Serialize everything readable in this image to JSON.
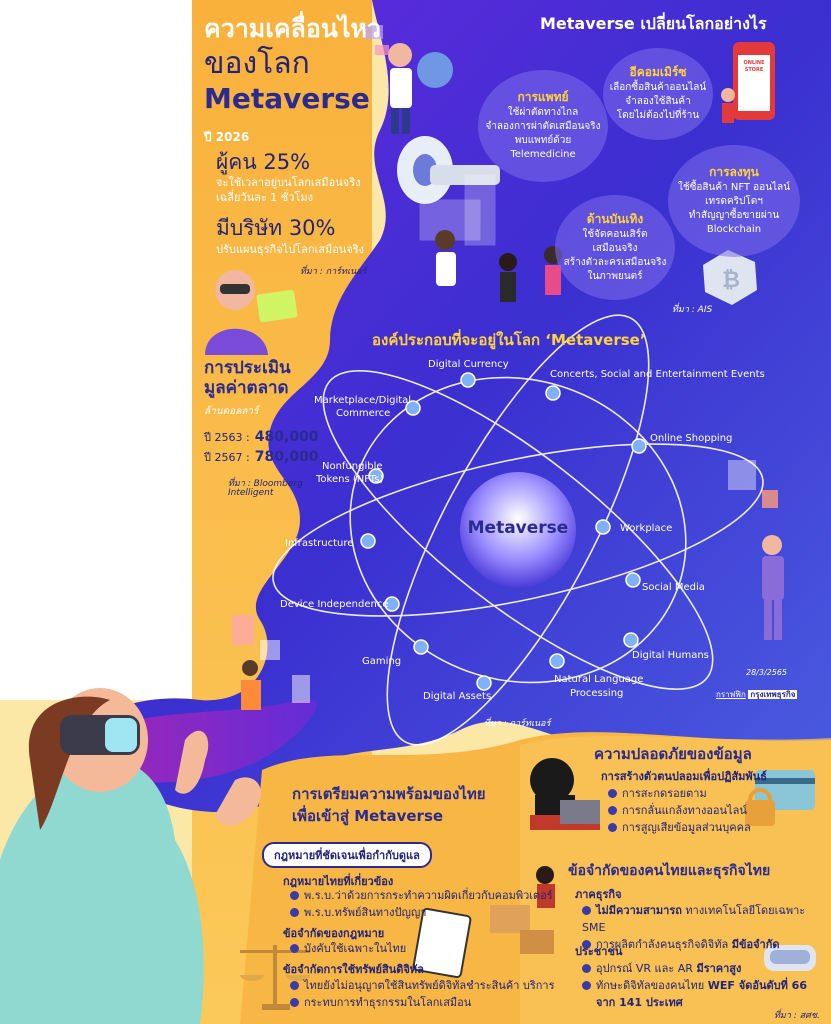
{
  "left": {
    "title_line1": "ความเคลื่อนไหว",
    "title_line2": "ของโลก",
    "title_line3": "Metaverse",
    "year": "ปี 2026",
    "people_stat": "ผู้คน 25%",
    "people_desc_1": "จะใช้เวลาอยู่บนโลกเสมือนจริง",
    "people_desc_2": "เฉลี่ยวันละ 1 ชั่วโมง",
    "company_stat": "มีบริษัท 30%",
    "company_desc": "ปรับแผนธุรกิจไปโลกเสมือนจริง",
    "source_1": "ที่มา : การ์ทเนอร์",
    "market_title_1": "การประเมิน",
    "market_title_2": "มูลค่าตลาด",
    "market_unit": "ล้านดอลลาร์",
    "market_row1_label": "ปี 2563 :",
    "market_row1_value": "480,000",
    "market_row2_label": "ปี 2567 :",
    "market_row2_value": "780,000",
    "source_2_line1": "ที่มา : Bloomberg",
    "source_2_line2": "Intelligent"
  },
  "change": {
    "title": "Metaverse เปลี่ยนโลกอย่างไร",
    "medical": {
      "title": "การแพทย์",
      "l1": "ใช้ผ่าตัดทางไกล",
      "l2": "จำลองการผ่าตัดเสมือนจริง",
      "l3": "พบแพทย์ด้วย",
      "l4": "Telemedicine"
    },
    "ecommerce": {
      "title": "อีคอมเมิร์ซ",
      "l1": "เลือกซื้อสินค้าออนไลน์",
      "l2": "จำลองใช้สินค้า",
      "l3": "โดยไม่ต้องไปที่ร้าน"
    },
    "entertainment": {
      "title": "ด้านบันเทิง",
      "l1": "ใช้จัดคอนเสิร์ต",
      "l2": "เสมือนจริง",
      "l3": "สร้างตัวละครเสมือนจริง",
      "l4": "ในภาพยนตร์"
    },
    "investment": {
      "title": "การลงทุน",
      "l1": "ใช้ซื้อสินค้า NFT ออนไลน์",
      "l2": "เทรดคริปโตฯ",
      "l3": "ทำสัญญาซื้อขายผ่าน",
      "l4": "Blockchain"
    },
    "store_sign": "ONLINE STORE",
    "source": "ที่มา : AIS"
  },
  "components": {
    "title": "องค์ประกอบที่จะอยู่ในโลก ‘Metaverse’",
    "center": "Metaverse",
    "items": {
      "digital_currency": "Digital Currency",
      "concerts_events": "Concerts, Social and Entertainment Events",
      "marketplace_1": "Marketplace/Digital",
      "marketplace_2": "Commerce",
      "online_shopping": "Online Shopping",
      "nft_1": "Nonfungible",
      "nft_2": "Tokens (NFTs)",
      "workplace": "Workplace",
      "infrastructure": "Infrastructure",
      "social_media": "Social Media",
      "device_independence": "Device Independence",
      "gaming": "Gaming",
      "digital_humans": "Digital Humans",
      "nlp_1": "Natural Language",
      "nlp_2": "Processing",
      "digital_assets": "Digital Assets"
    },
    "date": "28/3/2565",
    "credit_prefix": "กราฟฟิก",
    "credit_name": "กรุงเทพธุรกิจ",
    "source": "ที่มา : การ์ทเนอร์"
  },
  "security": {
    "title": "ความปลอดภัยของข้อมูล",
    "subtitle": "การสร้างตัวตนปลอมเพื่อปฏิสัมพันธ์",
    "items": [
      "การสะกดรอยตาม",
      "การกลั่นแกล้งทางออนไลน์",
      "การสูญเสียข้อมูลส่วนบุคคล"
    ]
  },
  "thai_prep": {
    "title_1": "การเตรียมความพร้อมของไทย",
    "title_2": "เพื่อเข้าสู่ Metaverse",
    "law_tag": "กฎหมายที่ชัดเจนเพื่อกำกับดูแล",
    "related_h": "กฎหมายไทยที่เกี่ยวข้อง",
    "related_items": [
      "พ.ร.บ.ว่าด้วยการกระทำความผิดเกี่ยวกับคอมพิวเตอร์",
      "พ.ร.บ.ทรัพย์สินทางปัญญา"
    ],
    "limits_h": "ข้อจำกัดของกฎหมาย",
    "limits_items": [
      "บังคับใช้เฉพาะในไทย"
    ],
    "asset_h": "ข้อจำกัดการใช้ทรัพย์สินดิจิทัล",
    "asset_items": [
      "ไทยยังไม่อนุญาตใช้สินทรัพย์ดิจิทัลชำระสินค้า บริการ",
      "กระทบการทำธุรกรรมในโลกเสมือน"
    ]
  },
  "thai_limits": {
    "title": "ข้อจำกัดของคนไทยและธุรกิจไทย",
    "business_h": "ภาคธุรกิจ",
    "b1_bold": "ไม่มีความสามารถ",
    "b1_rest": " ทางเทคโนโลยีโดยเฉพาะ SME",
    "b2_rest": "การผลิตกำลังคนธุรกิจดิจิทัล ",
    "b2_bold": "มีข้อจำกัด",
    "public_h": "ประชาชน",
    "p1_rest": "อุปกรณ์ VR และ AR ",
    "p1_bold": "มีราคาสูง",
    "p2_rest": "ทักษะดิจิทัลของคนไทย ",
    "p2_bold": "WEF จัดอันดับที่ 66",
    "p2_bold_2": "จาก 141 ประเทศ",
    "source": "ที่มา : สศช."
  },
  "colors": {
    "navy": "#2b2a8f",
    "yellow_accent": "#ffd43b",
    "orange_bg": "#f7b445",
    "purple_bg": "#4b2bd6"
  }
}
